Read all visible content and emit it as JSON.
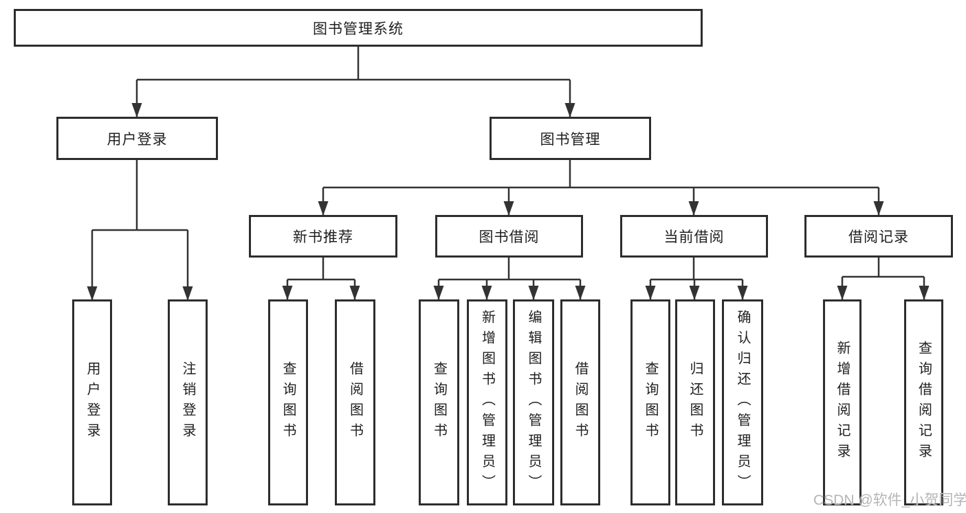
{
  "diagram": {
    "watermark": "CSDN @软件_小贺同学",
    "colors": {
      "background": "#ffffff",
      "box_fill": "#ffffff",
      "box_border": "#2d2d2d",
      "line": "#333333",
      "text": "#1f1f1f",
      "watermark_text": "#b5b5b5"
    },
    "nodes": {
      "root": {
        "label": "图书管理系统"
      },
      "user_login": {
        "label": "用户登录"
      },
      "book_mgmt": {
        "label": "图书管理"
      },
      "new_book_rec": {
        "label": "新书推荐"
      },
      "book_borrow": {
        "label": "图书借阅"
      },
      "current_borrow": {
        "label": "当前借阅"
      },
      "borrow_record": {
        "label": "借阅记录"
      },
      "leaf_user_login": {
        "label": "用户登录"
      },
      "leaf_logout": {
        "label": "注销登录"
      },
      "leaf_nb_query": {
        "label": "查询图书"
      },
      "leaf_nb_borrow": {
        "label": "借阅图书"
      },
      "leaf_bb_query": {
        "label": "查询图书"
      },
      "leaf_bb_add": {
        "label": "新增图书（管理员）"
      },
      "leaf_bb_edit": {
        "label": "编辑图书（管理员）"
      },
      "leaf_bb_borrow": {
        "label": "借阅图书"
      },
      "leaf_cb_query": {
        "label": "查询图书"
      },
      "leaf_cb_return": {
        "label": "归还图书"
      },
      "leaf_cb_confirm": {
        "label": "确认归还（管理员）"
      },
      "leaf_br_add": {
        "label": "新增借阅记录"
      },
      "leaf_br_query": {
        "label": "查询借阅记录"
      }
    },
    "structure": {
      "图书管理系统": {
        "用户登录": [
          "用户登录",
          "注销登录"
        ],
        "图书管理": {
          "新书推荐": [
            "查询图书",
            "借阅图书"
          ],
          "图书借阅": [
            "查询图书",
            "新增图书（管理员）",
            "编辑图书（管理员）",
            "借阅图书"
          ],
          "当前借阅": [
            "查询图书",
            "归还图书",
            "确认归还（管理员）"
          ],
          "借阅记录": [
            "新增借阅记录",
            "查询借阅记录"
          ]
        }
      }
    }
  }
}
